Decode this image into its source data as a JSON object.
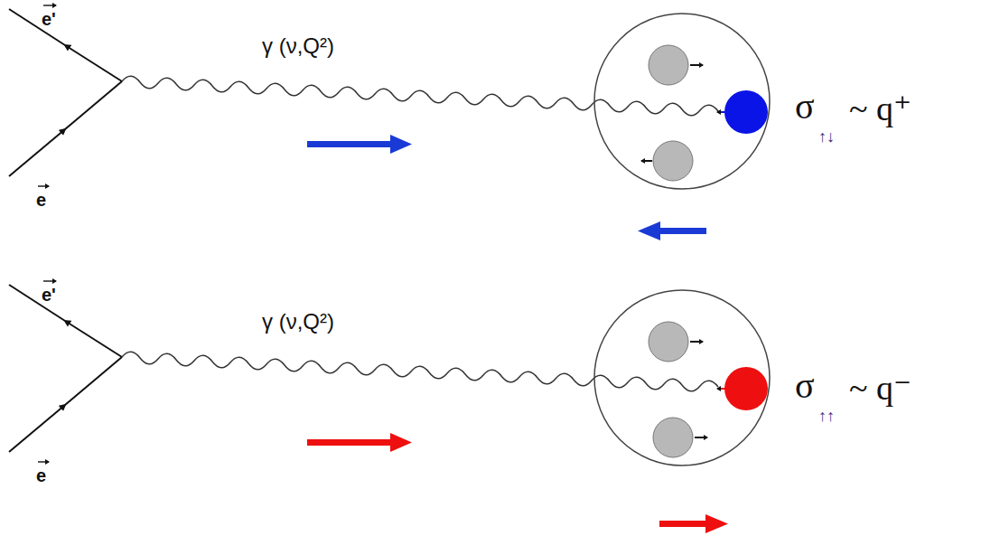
{
  "diagram": {
    "labels": [
      "e'",
      "e",
      "γ (ν,Q²)",
      "σ",
      "↑↓",
      "~ q⁺",
      "e'",
      "e",
      "γ (ν,Q²)",
      "σ",
      "↑↑",
      "~ q⁻"
    ]
  }
}
